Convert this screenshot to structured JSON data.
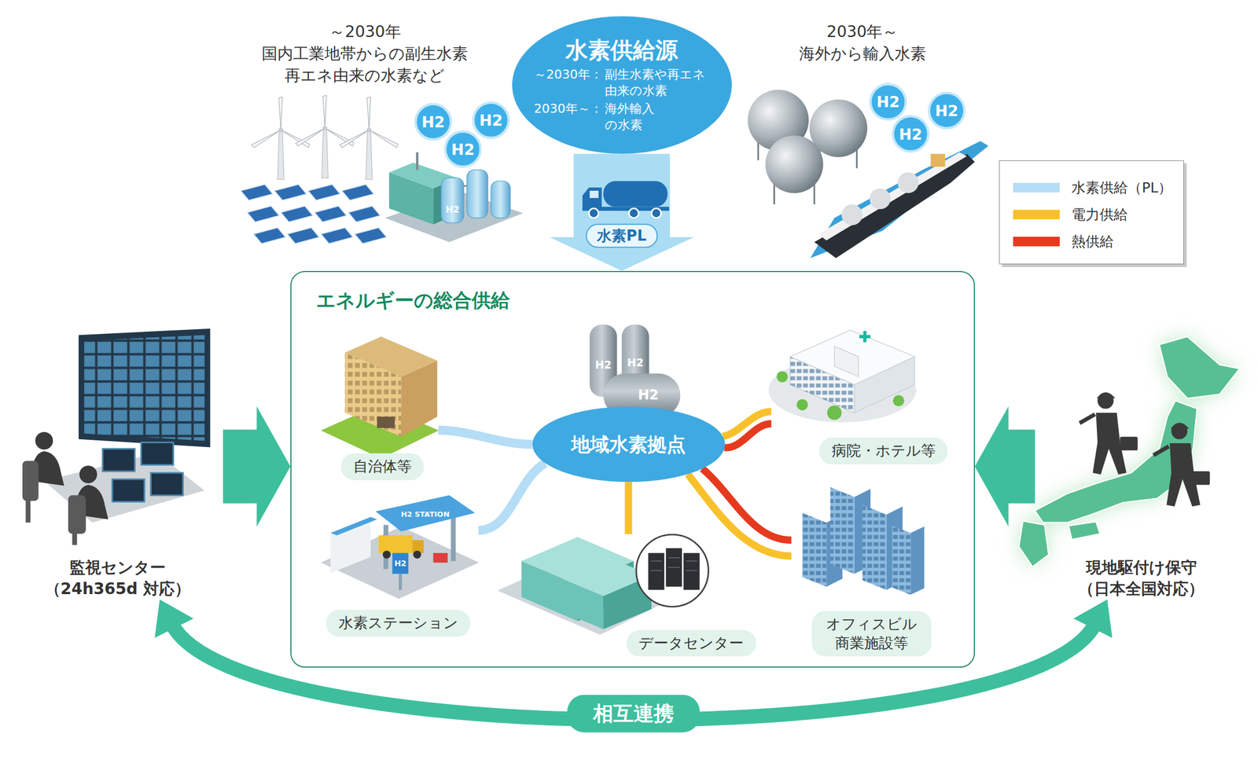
{
  "diagram": {
    "nodes": [
      {
        "text": [
          "水素供給源",
          "～2030年：",
          "副生水素や再エネ 由来の水素",
          "2030年～：",
          "海外輸入 の水素"
        ]
      },
      {
        "text": [
          "監視センター",
          "（24h365d 対応）"
        ]
      },
      {
        "text": [
          "エネルギーの総合供給"
        ]
      },
      {
        "text": [
          "自治体等"
        ],
        "in": 2
      },
      {
        "text": [
          "地域水素拠点"
        ],
        "in": 2
      },
      {
        "text": [
          "病院・ホテル等"
        ],
        "in": 2
      },
      {
        "text": [
          "水素ステーション"
        ],
        "in": 2
      },
      {
        "text": [
          "データセンター"
        ],
        "in": 2
      },
      {
        "text": [
          "オフィスビル 商業施設等"
        ],
        "in": 2
      },
      {
        "text": [
          "現地駆付け保守",
          "（日本全国対応）"
        ]
      }
    ],
    "edges": [
      {
        "from": 0,
        "to": 2,
        "arrow": "to",
        "label": "水素PL"
      },
      {
        "from": 1,
        "to": 2,
        "arrow": "to"
      },
      {
        "from": 9,
        "to": 2,
        "arrow": "to"
      },
      {
        "from": 4,
        "to": 3,
        "arrow": "none"
      },
      {
        "from": 4,
        "to": 6,
        "arrow": "none"
      },
      {
        "from": 4,
        "to": 7,
        "arrow": "none"
      },
      {
        "from": 4,
        "to": 5,
        "arrow": "none"
      },
      {
        "from": 4,
        "to": 5,
        "arrow": "none"
      },
      {
        "from": 4,
        "to": 8,
        "arrow": "none"
      },
      {
        "from": 4,
        "to": 8,
        "arrow": "none"
      },
      {
        "from": 1,
        "to": 9,
        "arrow": "both",
        "label": "相互連携"
      }
    ],
    "labels": [
      "～2030年 国内工業地帯からの副生水素 再エネ由来の水素など",
      "2030年～ 海外から輸入水素",
      "H2",
      "H2",
      "H2",
      "H2",
      "H2",
      "H2",
      "H2",
      "H2",
      "H2",
      "H2",
      "H2 STATION",
      "H2"
    ],
    "legend": [
      {
        "text": "水素供給（PL）",
        "color": "#b5ddf5"
      },
      {
        "text": "電力供給",
        "color": "#f8c12c"
      },
      {
        "text": "熱供給",
        "color": "#e63a1f"
      }
    ]
  }
}
